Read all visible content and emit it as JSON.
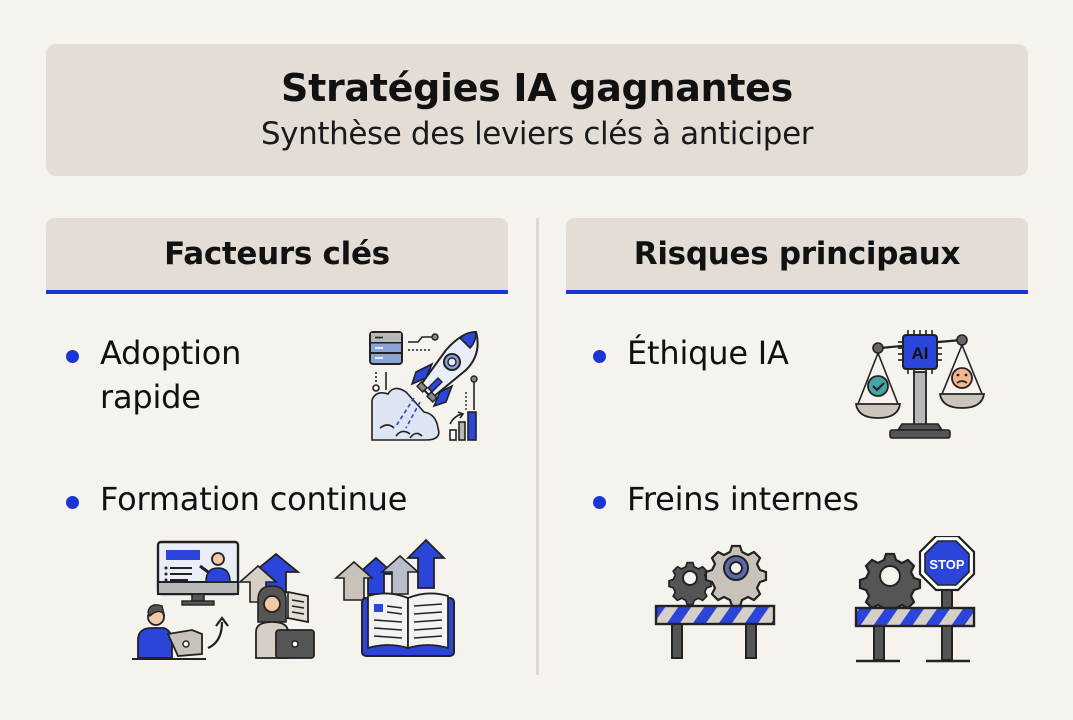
{
  "header": {
    "title": "Stratégies IA gagnantes",
    "subtitle": "Synthèse des leviers clés à anticiper"
  },
  "columns": [
    {
      "title": "Facteurs clés",
      "items": [
        {
          "label_line1": "Adoption",
          "label_line2": "rapide",
          "icon": "rocket-launch-icon"
        },
        {
          "label": "Formation continue",
          "icon": "online-training-icons"
        }
      ]
    },
    {
      "title": "Risques principaux",
      "items": [
        {
          "label": "Éthique IA",
          "icon": "ai-ethics-scale-icon",
          "chip_text": "AI"
        },
        {
          "label": "Freins internes",
          "icon": "barrier-gears-icons",
          "sign_text": "STOP"
        }
      ]
    }
  ],
  "colors": {
    "background": "#f6f3ef",
    "panel": "#e4ddd5",
    "accent": "#1a35d6",
    "text": "#111111",
    "divider": "#ddd6cf"
  }
}
